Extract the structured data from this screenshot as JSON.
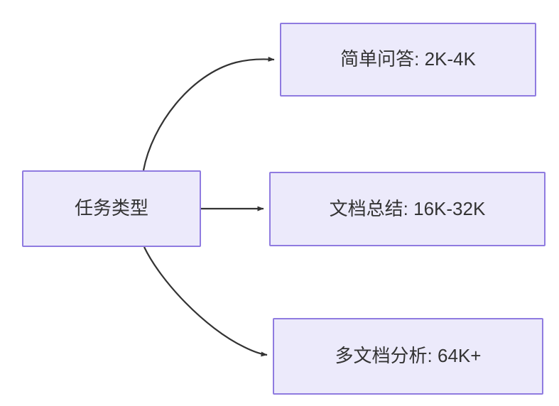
{
  "diagram": {
    "type": "flowchart",
    "direction": "left-to-right",
    "background_color": "#FFFFFF",
    "node_fill_color": "#ECEAFB",
    "node_border_color": "#8F7BE0",
    "node_text_color": "#333333",
    "edge_color": "#333333",
    "nodes": [
      {
        "id": "source",
        "label": "任务类型",
        "role": "root"
      },
      {
        "id": "simple-qa",
        "label": "简单问答: 2K-4K",
        "role": "leaf"
      },
      {
        "id": "doc-summary",
        "label": "文档总结: 16K-32K",
        "role": "leaf"
      },
      {
        "id": "multi-doc",
        "label": "多文档分析: 64K+",
        "role": "leaf"
      }
    ],
    "edges": [
      {
        "id": "edge-source-to-simple-qa",
        "from": "source",
        "to": "simple-qa",
        "style": "curved",
        "arrowhead": "filled-triangle",
        "label": ""
      },
      {
        "id": "edge-source-to-doc-summary",
        "from": "source",
        "to": "doc-summary",
        "style": "straight",
        "arrowhead": "filled-triangle",
        "label": ""
      },
      {
        "id": "edge-source-to-multi-doc",
        "from": "source",
        "to": "multi-doc",
        "style": "curved",
        "arrowhead": "filled-triangle",
        "label": ""
      }
    ]
  }
}
